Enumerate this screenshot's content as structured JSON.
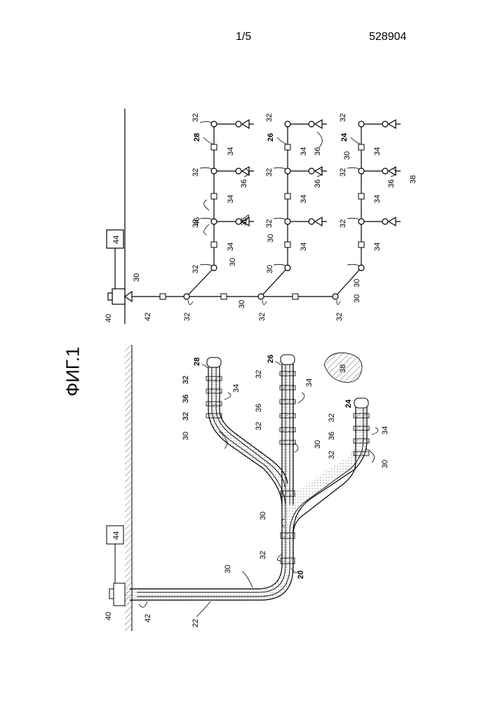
{
  "header": {
    "page": "1/5",
    "doc_number": "528904"
  },
  "figure": {
    "label": "ФИГ.1"
  },
  "schematic_labels": [
    "32",
    "28",
    "34",
    "36",
    "32",
    "26",
    "34",
    "36",
    "32",
    "24",
    "30",
    "34",
    "38",
    "32",
    "34",
    "36",
    "46",
    "32",
    "30",
    "34",
    "36",
    "32",
    "30",
    "34",
    "36",
    "44",
    "32",
    "30",
    "32",
    "34",
    "32",
    "34",
    "32",
    "34",
    "30",
    "30",
    "40",
    "42",
    "30",
    "32",
    "32",
    "32",
    "30"
  ],
  "section_labels": [
    "28",
    "26",
    "38",
    "32",
    "36",
    "32",
    "34",
    "32",
    "36",
    "32",
    "34",
    "32",
    "36",
    "32",
    "30",
    "24",
    "32",
    "36",
    "32",
    "34",
    "30",
    "30",
    "30",
    "30",
    "32",
    "20",
    "44",
    "40",
    "42",
    "22"
  ]
}
